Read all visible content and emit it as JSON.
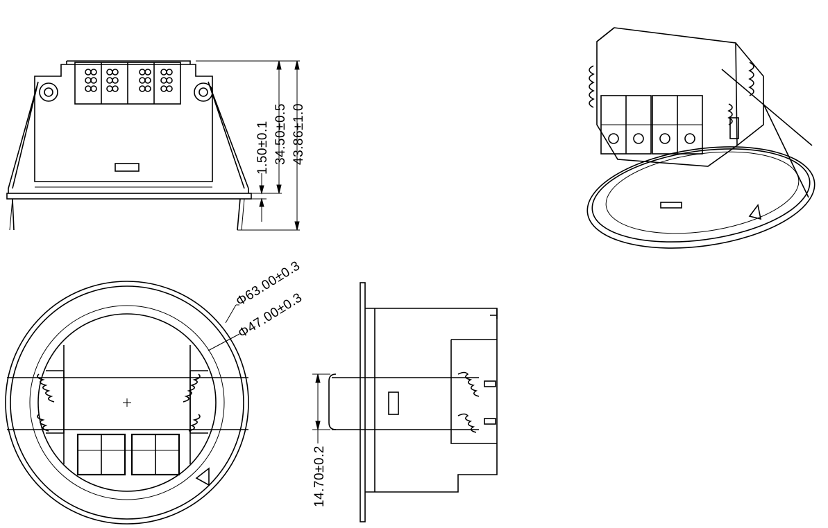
{
  "dimensions": {
    "thickness_flange": "1.50±0.1",
    "body_height": "34.50±0.5",
    "total_height": "43.86±1.0",
    "outer_diameter": "Φ63.00±0.3",
    "cutout_diameter": "Φ47.00±0.3",
    "spring_span": "14.70±0.2"
  }
}
